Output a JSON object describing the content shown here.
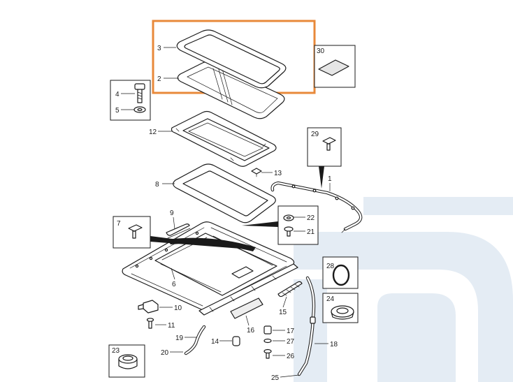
{
  "colors": {
    "highlight": "#E8893A",
    "line": "#1A1A1A",
    "watermark": "#E4ECF4"
  },
  "diagram": {
    "callouts": {
      "p1": "1",
      "p2": "2",
      "p3": "3",
      "p4": "4",
      "p5": "5",
      "p6": "6",
      "p7": "7",
      "p8": "8",
      "p9": "9",
      "p10": "10",
      "p11": "11",
      "p12": "12",
      "p13": "13",
      "p14": "14",
      "p15": "15",
      "p16": "16",
      "p17": "17",
      "p18": "18",
      "p19": "19",
      "p20": "20",
      "p21": "21",
      "p22": "22",
      "p23": "23",
      "p24": "24",
      "p25": "25",
      "p26": "26",
      "p27": "27",
      "p28": "28",
      "p29": "29",
      "p30": "30"
    }
  }
}
